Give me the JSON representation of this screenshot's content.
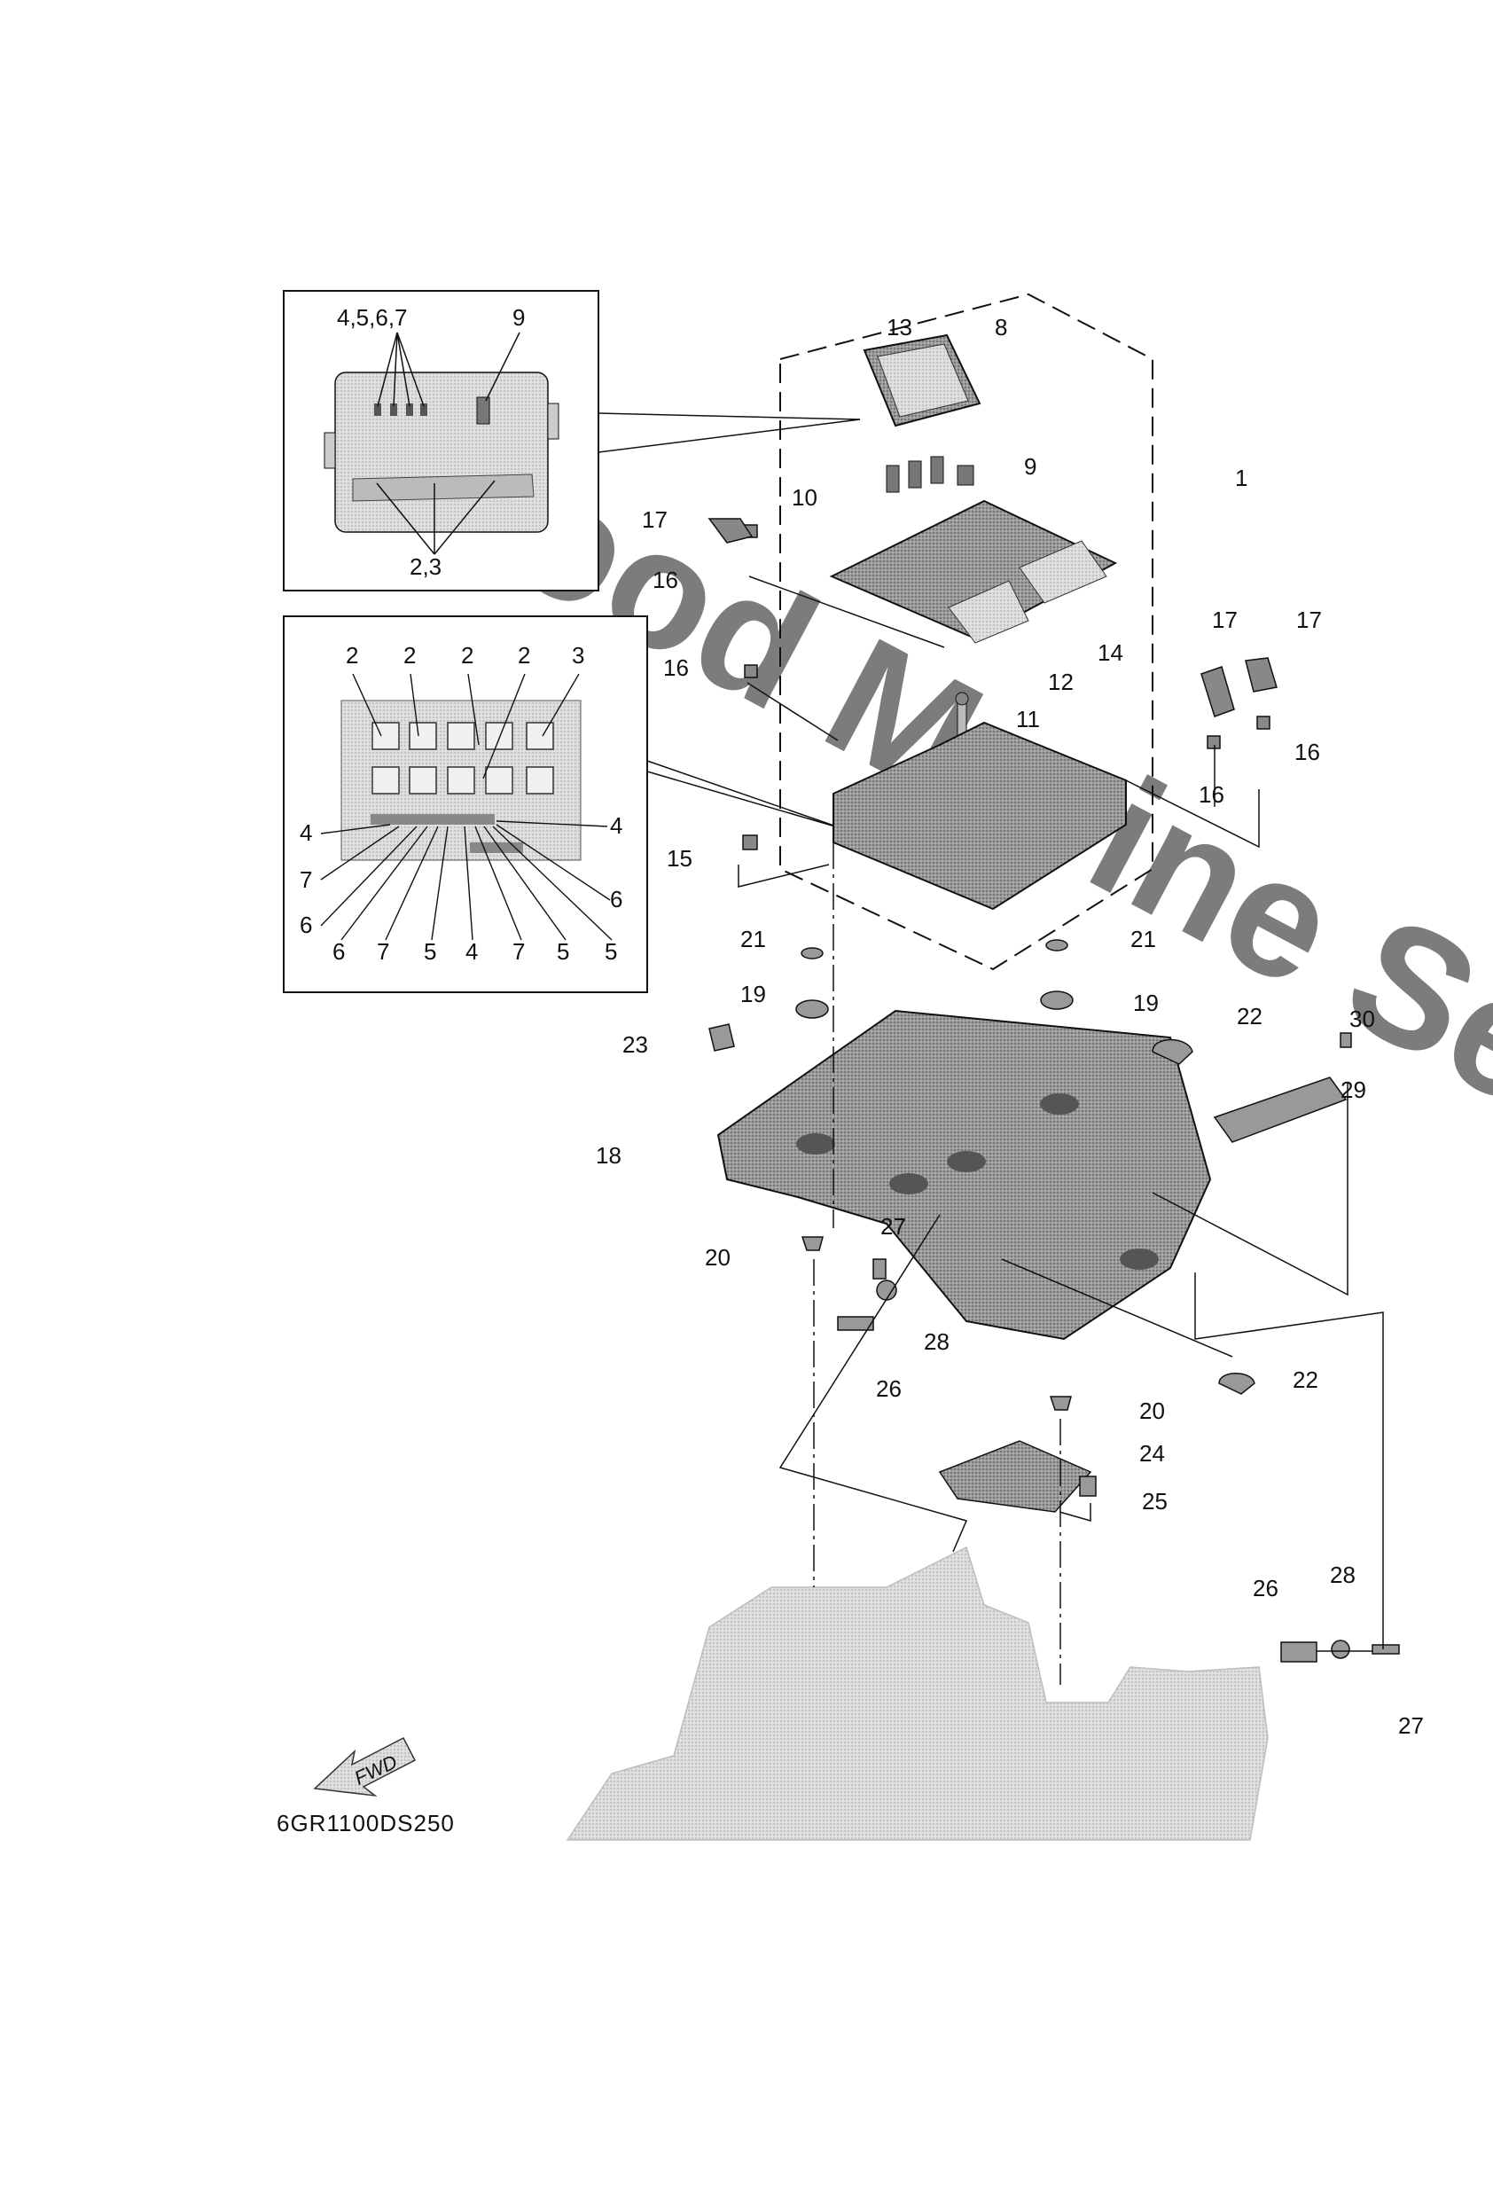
{
  "watermark": "Flood Marine Services",
  "diagram_code": "6GR1100DS250",
  "fwd_label": "FWD",
  "inset_top": {
    "labels": {
      "terminals": "4,5,6,7",
      "fuse": "9",
      "relays": "2,3"
    }
  },
  "inset_bottom": {
    "labels": [
      "2",
      "2",
      "2",
      "2",
      "3",
      "4",
      "4",
      "7",
      "6",
      "6",
      "6",
      "7",
      "5",
      "4",
      "7",
      "5",
      "5"
    ]
  },
  "callouts": [
    "1",
    "8",
    "9",
    "10",
    "11",
    "12",
    "13",
    "14",
    "15",
    "16",
    "16",
    "16",
    "16",
    "17",
    "17",
    "17",
    "18",
    "19",
    "19",
    "20",
    "20",
    "21",
    "21",
    "22",
    "22",
    "23",
    "24",
    "25",
    "26",
    "26",
    "27",
    "27",
    "28",
    "28",
    "29",
    "30"
  ],
  "colors": {
    "line": "#111111",
    "part_fill": "#8a8a8a",
    "engine_fill": "#cfcfcf",
    "watermark": "#d9d9d9"
  }
}
